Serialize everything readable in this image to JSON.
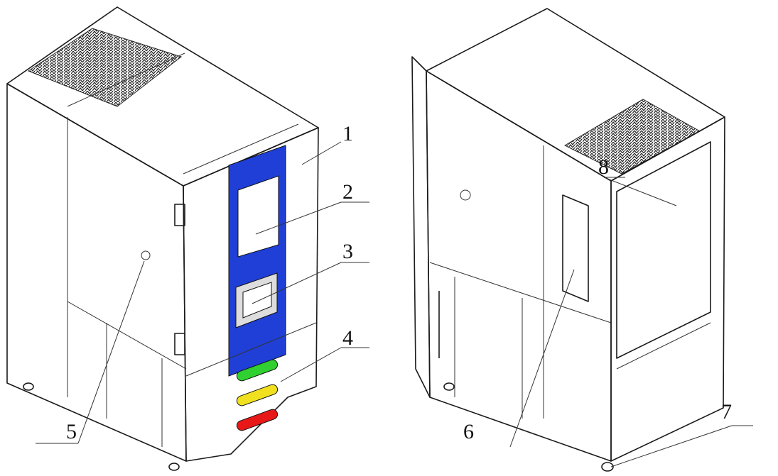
{
  "labels": {
    "l1": "1",
    "l2": "2",
    "l3": "3",
    "l4": "4",
    "l5": "5",
    "l6": "6",
    "l7": "7",
    "l8": "8"
  },
  "colors": {
    "panel_blue": "#1f3fd6",
    "light_green": "#2fd02f",
    "light_yellow": "#f0e020",
    "light_red": "#e81818"
  }
}
